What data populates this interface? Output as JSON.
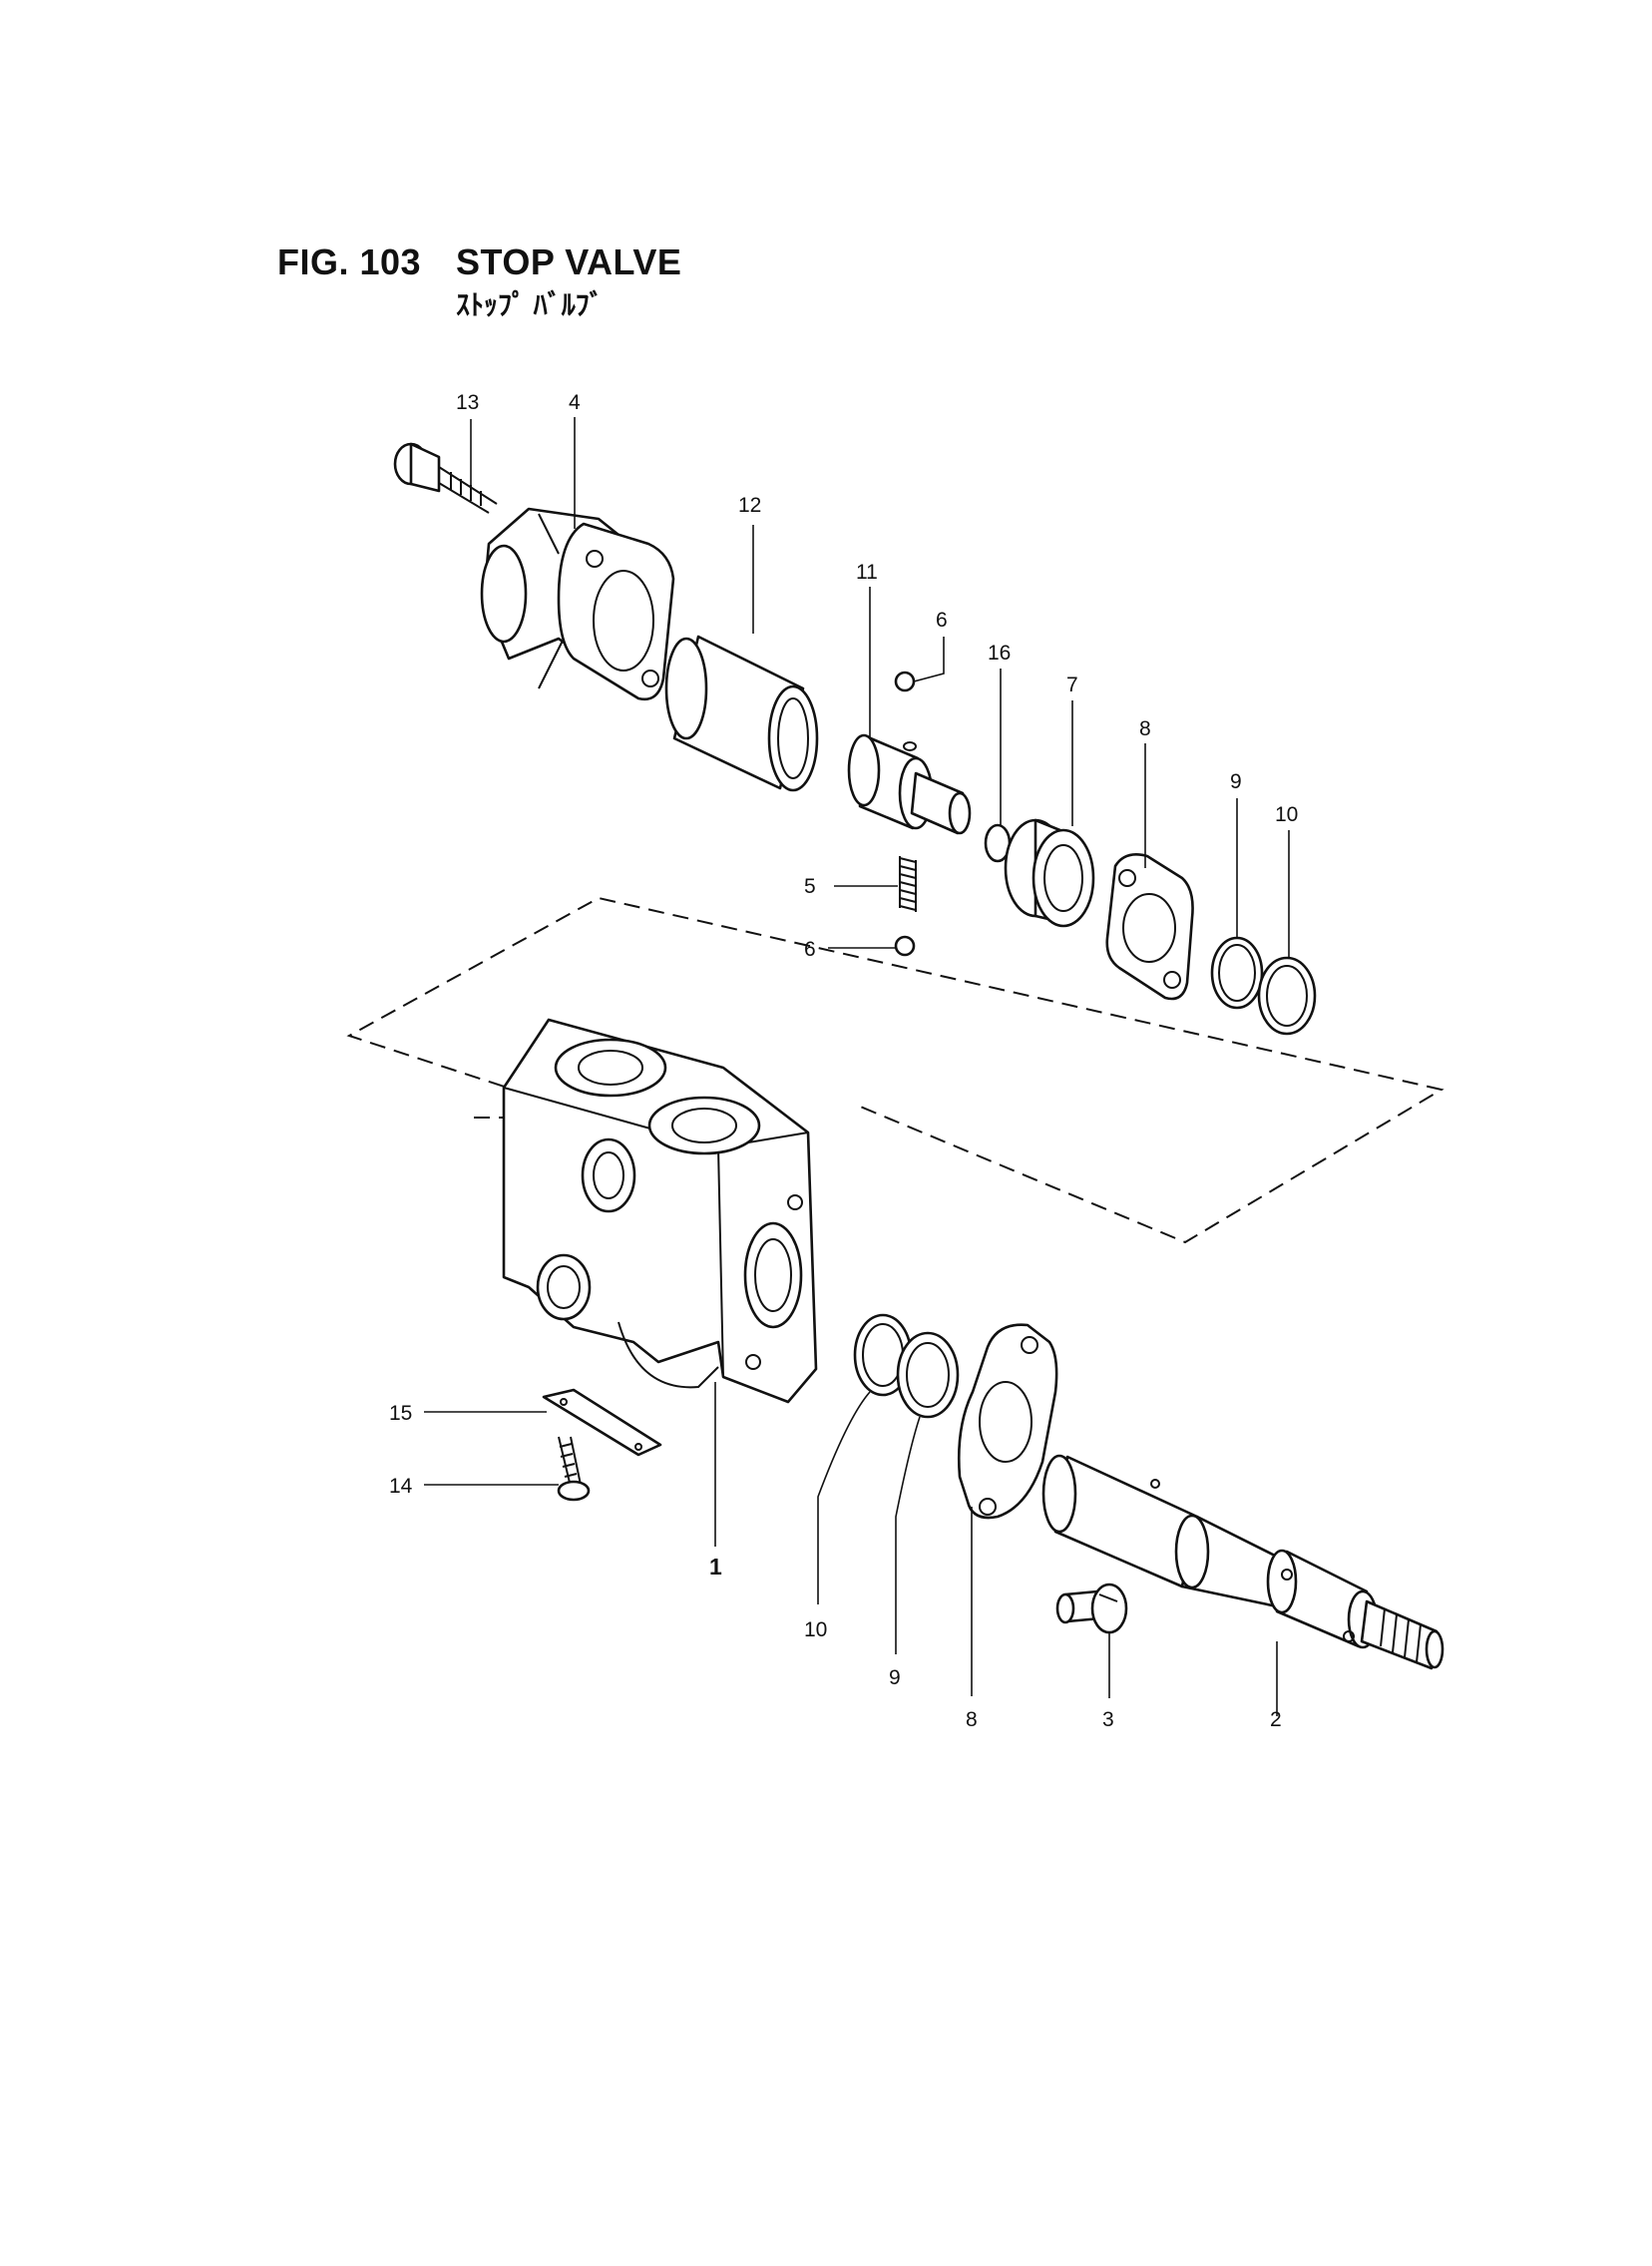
{
  "header": {
    "figure_number": "FIG. 103",
    "title": "STOP VALVE",
    "subtitle": "ｽﾄｯﾌﾟ ﾊﾞﾙﾌﾞ"
  },
  "callouts": {
    "c1": "1",
    "c2": "2",
    "c3": "3",
    "c4": "4",
    "c5": "5",
    "c6_upper": "6",
    "c6_lower": "6",
    "c7": "7",
    "c8_upper": "8",
    "c8_lower": "8",
    "c9_upper": "9",
    "c9_lower": "9",
    "c10_upper": "10",
    "c10_lower": "10",
    "c11": "11",
    "c12": "12",
    "c13": "13",
    "c14": "14",
    "c15": "15",
    "c16": "16"
  }
}
